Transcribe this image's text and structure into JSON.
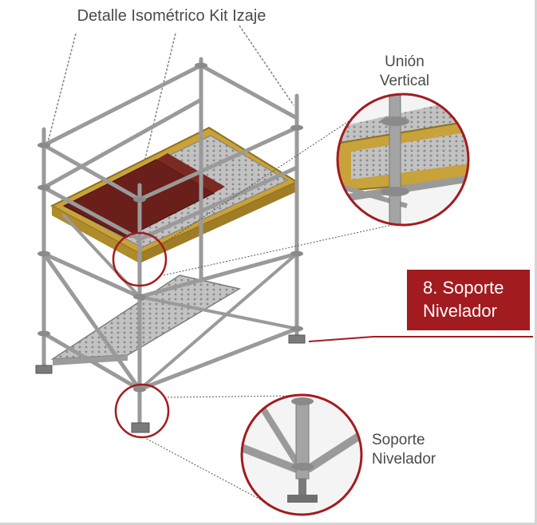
{
  "diagram": {
    "title": "Detalle Isométrico Kit Izaje",
    "detail_top": {
      "line1": "Unión",
      "line2": "Vertical"
    },
    "detail_bottom": {
      "line1": "Soporte",
      "line2": "Nivelador"
    },
    "callout": {
      "line1": "8. Soporte",
      "line2": "Nivelador"
    }
  },
  "colors": {
    "accent_red": "#a21b1f",
    "frame_grey": "#9a9a9a",
    "deck_grey": "#bdbdbd",
    "board_yellow": "#c8a23a",
    "plank_brown": "#6a1f1a",
    "label_text": "#4a4a4a",
    "background": "#ffffff"
  }
}
